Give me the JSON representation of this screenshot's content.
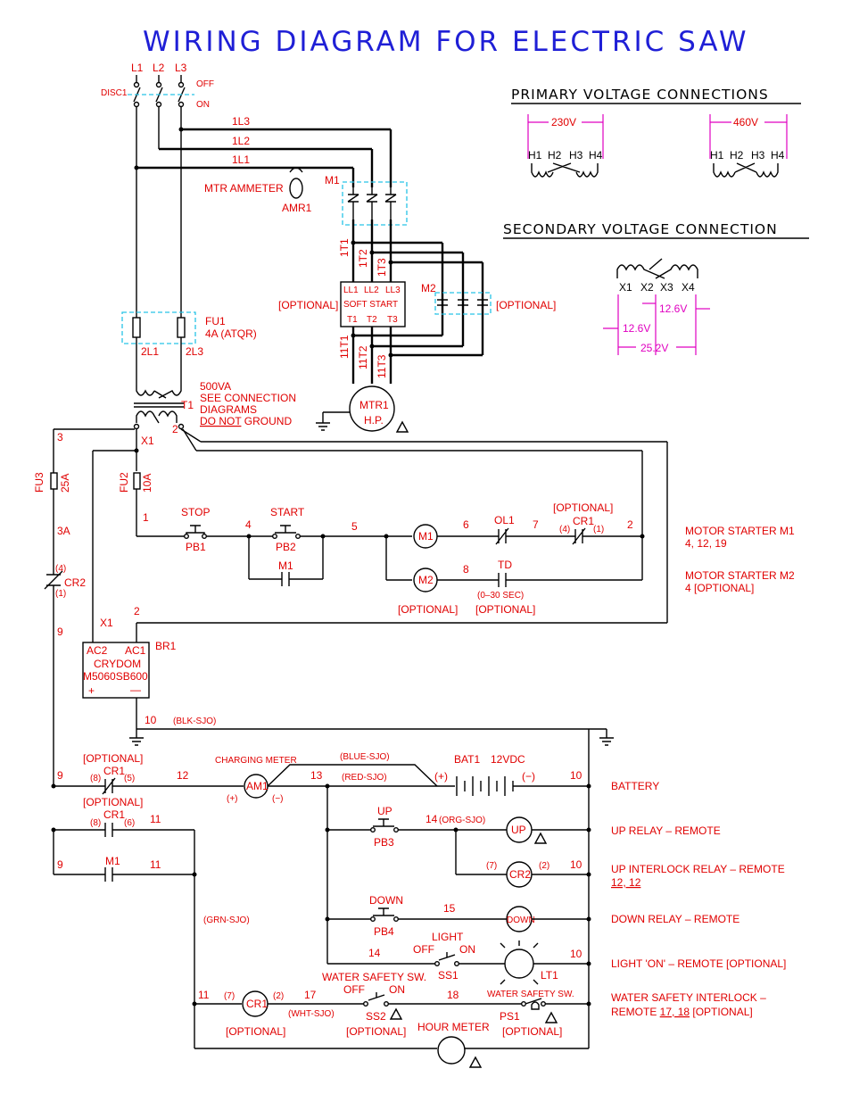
{
  "title": "WIRING DIAGRAM FOR ELECTRIC SAW",
  "primary_connections": {
    "heading": "PRIMARY VOLTAGE CONNECTIONS",
    "v230": "230V",
    "v460": "460V",
    "h1": "H1",
    "h2": "H2",
    "h3": "H3",
    "h4": "H4"
  },
  "secondary_connection": {
    "heading": "SECONDARY VOLTAGE CONNECTION",
    "x1": "X1",
    "x2": "X2",
    "x3": "X3",
    "x4": "X4",
    "v12a": "12.6V",
    "v12b": "12.6V",
    "v25": "25.2V"
  },
  "power": {
    "l1": "L1",
    "l2": "L2",
    "l3": "L3",
    "disc": "DISC1",
    "off": "OFF",
    "on": "ON",
    "line_1l1": "1L1",
    "line_1l2": "1L2",
    "line_1l3": "1L3",
    "m1": "M1",
    "ammeter": "MTR AMMETER",
    "amr": "AMR1",
    "t1_1": "1T1",
    "t2_1": "1T2",
    "t3_1": "1T3",
    "optional_left": "[OPTIONAL]",
    "optional_right": "[OPTIONAL]",
    "m2": "M2",
    "ss_ll1": "LL1",
    "ss_ll2": "LL2",
    "ss_ll3": "LL3",
    "ss_name": "SOFT START",
    "ss_t1": "T1",
    "ss_t2": "T2",
    "ss_t3": "T3",
    "t1_11": "11T1",
    "t2_11": "11T2",
    "t3_11": "11T3",
    "motor": "MTR1",
    "hp": "H.P.",
    "fu1": "FU1",
    "fu1_rating": "4A (ATQR)",
    "l2_1": "2L1",
    "l2_3": "2L3",
    "xfmr_va": "500VA",
    "xfmr_note1": "SEE CONNECTION",
    "xfmr_note2": "DIAGRAMS",
    "xfmr_note3a": "DO NOT",
    "xfmr_note3b": " GROUND",
    "t1": "T1"
  },
  "control": {
    "n3": "3",
    "n2": "2",
    "x1": "X1",
    "fu3": "FU3",
    "fu3_r": "25A",
    "fu2": "FU2",
    "fu2_r": "10A",
    "n3a": "3A",
    "n1": "1",
    "stop": "STOP",
    "pb1": "PB1",
    "n4": "4",
    "start": "START",
    "pb2": "PB2",
    "m1_aux": "M1",
    "n5": "5",
    "m1_coil": "M1",
    "n6": "6",
    "ol1": "OL1",
    "n7": "7",
    "opt_cr1": "[OPTIONAL]",
    "cr1_4": "(4)",
    "cr1": "CR1",
    "cr1_1": "(1)",
    "n2b": "2",
    "starter_m1": "MOTOR STARTER M1",
    "starter_m1_refs": "4, 12, 19",
    "m2_coil": "M2",
    "n8": "8",
    "td": "TD",
    "td_range": "(0–30 SEC)",
    "opt_m2": "[OPTIONAL]",
    "opt_td": "[OPTIONAL]",
    "starter_m2": "MOTOR STARTER M2",
    "starter_m2_refs": "4 [OPTIONAL]",
    "cr2_4": "(4)",
    "cr2": "CR2",
    "cr2_1": "(1)",
    "x1b": "X1",
    "n2c": "2",
    "n9": "9",
    "br_ac2": "AC2",
    "br_ac1": "AC1",
    "br1": "BR1",
    "br_name": "CRYDOM",
    "br_model": "M5060SB600",
    "br_plus": "+",
    "br_minus": "—",
    "n10": "10",
    "blk": "(BLK-SJO)"
  },
  "battery_section": {
    "opt1": "[OPTIONAL]",
    "cr1a": "CR1",
    "p8": "(8)",
    "p5": "(5)",
    "n9": "9",
    "n12": "12",
    "charging_meter": "CHARGING METER",
    "am1": "AM1",
    "am_plus": "(+)",
    "am_minus": "(−)",
    "blue": "(BLUE-SJO)",
    "n13": "13",
    "red": "(RED-SJO)",
    "bat": "BAT1",
    "bat_v": "12VDC",
    "bat_plus": "(+)",
    "bat_minus": "(−)",
    "n10": "10",
    "label_battery": "BATTERY",
    "opt2": "[OPTIONAL]",
    "cr1b": "CR1",
    "p8b": "(8)",
    "p6": "(6)",
    "n11": "11",
    "up": "UP",
    "pb3": "PB3",
    "n14": "14",
    "org": "(ORG-SJO)",
    "up_coil": "UP",
    "label_up": "UP RELAY – REMOTE",
    "n9b": "9",
    "m1": "M1",
    "n11b": "11",
    "p7": "(7)",
    "cr2": "CR2",
    "p2": "(2)",
    "n10b": "10",
    "label_upint": "UP INTERLOCK RELAY – REMOTE",
    "label_upint_ref": "12, 12",
    "grn": "(GRN-SJO)",
    "down": "DOWN",
    "pb4": "PB4",
    "n15": "15",
    "down_coil": "DOWN",
    "label_down": "DOWN RELAY – REMOTE",
    "light": "LIGHT",
    "off": "OFF",
    "on": "ON",
    "ss1": "SS1",
    "n14b": "14",
    "lt1": "LT1",
    "n10c": "10",
    "label_light": "LIGHT 'ON' – REMOTE [OPTIONAL]",
    "n11c": "11",
    "p7b": "(7)",
    "cr1c": "CR1",
    "p2b": "(2)",
    "n17": "17",
    "water_sw": "WATER SAFETY SW.",
    "off2": "OFF",
    "on2": "ON",
    "n18": "18",
    "ps_water": "WATER SAFETY SW.",
    "wht": "(WHT-SJO)",
    "ss2": "SS2",
    "ps1": "PS1",
    "opt3": "[OPTIONAL]",
    "opt4": "[OPTIONAL]",
    "opt5": "[OPTIONAL]",
    "hour_meter": "HOUR METER",
    "label_water": "WATER SAFETY INTERLOCK –",
    "label_water2a": "REMOTE ",
    "label_water2b": "17, 18",
    "label_water2c": " [OPTIONAL]"
  }
}
